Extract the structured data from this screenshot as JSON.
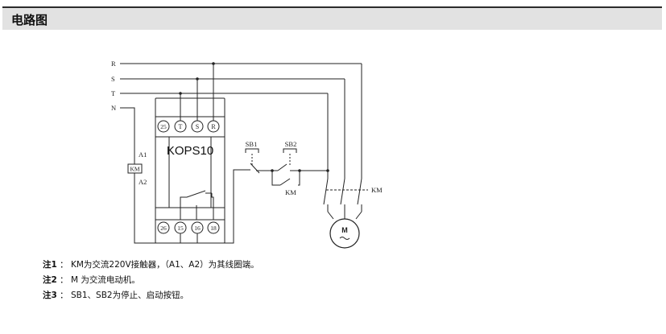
{
  "header": {
    "title": "电路图"
  },
  "diagram": {
    "lines": {
      "r": "R",
      "s": "S",
      "t": "T",
      "n": "N"
    },
    "relay": {
      "model": "KOPS10",
      "top_terminals": [
        "25",
        "T",
        "S",
        "R"
      ],
      "bottom_terminals": [
        "26",
        "15",
        "16",
        "18"
      ]
    },
    "coil": {
      "a1": "A1",
      "label": "KM",
      "a2": "A2"
    },
    "sb1": "SB1",
    "sb2": "SB2",
    "km_contact": "KM",
    "km_main": "KM",
    "motor": "M"
  },
  "notes": [
    {
      "label": "注1",
      "text": " ： KM为交流220V接触器，（A1、A2）为其线圈端。"
    },
    {
      "label": "注2",
      "text": " ： M 为交流电动机。"
    },
    {
      "label": "注3",
      "text": " ： SB1、SB2为停止、启动按钮。"
    }
  ]
}
